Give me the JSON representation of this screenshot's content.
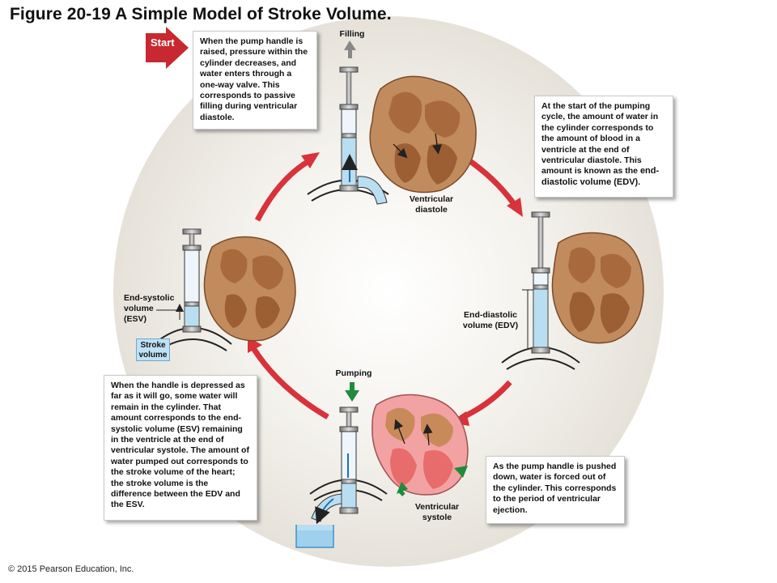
{
  "figure_title": "Figure 20-19 A Simple Model of Stroke Volume.",
  "copyright": "© 2015 Pearson Education, Inc.",
  "start_label": "Start",
  "callouts": {
    "filling": "When the pump handle is raised, pressure within the cylinder decreases, and water enters through a one-way valve. This corresponds to passive filling during ventricular diastole.",
    "edv_pre": "At the start of the pumping cycle, the amount of water in the cylinder corresponds to the amount of blood in a ventricle at the end of ventricular diastole. This amount is known as the ",
    "edv_term": "end-diastolic volume (EDV)",
    "edv_post": ".",
    "esv_pre": "When the handle is depressed as far as it will go, some water will remain in the cylinder. That amount corresponds to the ",
    "esv_term": "end-systolic volume (ESV)",
    "esv_post": " remaining in the ventricle at the end of ventricular systole. The amount of water pumped out corresponds to the stroke volume of the heart; the stroke volume is the difference between the EDV and the ESV.",
    "ejection": "As the pump handle is pushed down, water is forced out of the cylinder. This corresponds to the period of ventricular ejection."
  },
  "labels": {
    "filling": "Filling",
    "pumping": "Pumping",
    "ventricular_diastole_1": "Ventricular",
    "ventricular_diastole_2": "diastole",
    "ventricular_systole_1": "Ventricular",
    "ventricular_systole_2": "systole",
    "edv_1": "End-diastolic",
    "edv_2": "volume (EDV)",
    "esv_1": "End-systolic",
    "esv_2": "volume",
    "esv_3": "(ESV)",
    "stroke_1": "Stroke",
    "stroke_2": "volume"
  },
  "colors": {
    "cycle_arrow": "#d8323a",
    "start_arrow": "#c8282f",
    "water": "#b9def2",
    "heart_wall": "#b87a4e",
    "systole_heart": "#f08080",
    "green_arrow": "#1e8c3a",
    "background_circle": "#ece9e2"
  }
}
